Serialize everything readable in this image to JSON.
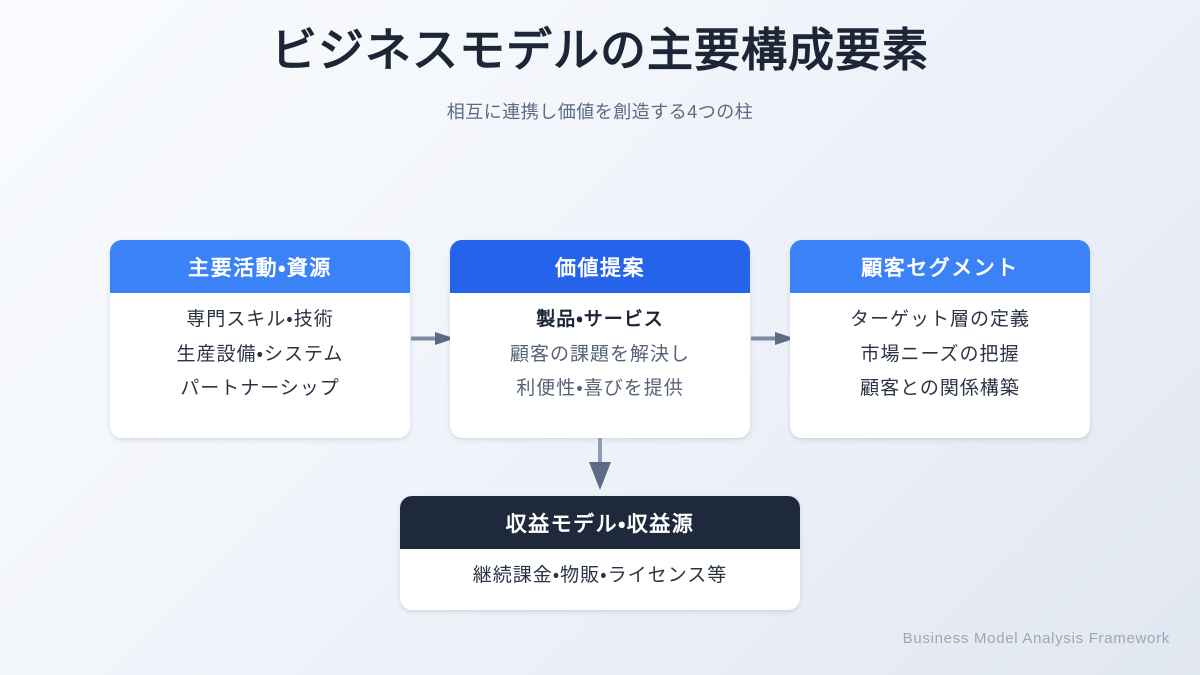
{
  "header": {
    "title": "ビジネスモデルの主要構成要素",
    "subtitle": "相互に連携し価値を創造する4つの柱"
  },
  "colors": {
    "header_blue_light": "#3b82f6",
    "header_blue_dark": "#2563eb",
    "header_navy": "#1e293b",
    "card_bg": "#ffffff",
    "text_dark": "#1c2637",
    "text_muted": "#566377",
    "connector": "#64748b",
    "footer_text": "#9aa7bb",
    "bg_from": "#f9fbfe",
    "bg_to": "#e1e7f0"
  },
  "cards": [
    {
      "id": "activities",
      "title": "主要活動・資源",
      "header_color": "#3b82f6",
      "lines": [
        {
          "text": "専門スキル・技術",
          "style": "normal"
        },
        {
          "text": "生産設備・システム",
          "style": "normal"
        },
        {
          "text": "パートナーシップ",
          "style": "normal"
        }
      ]
    },
    {
      "id": "value",
      "title": "価値提案",
      "header_color": "#2563eb",
      "lines": [
        {
          "text": "製品・サービス",
          "style": "strong"
        },
        {
          "text": "顧客の課題を解決し",
          "style": "muted"
        },
        {
          "text": "利便性・喜びを提供",
          "style": "muted"
        }
      ]
    },
    {
      "id": "customer",
      "title": "顧客セグメント",
      "header_color": "#3b82f6",
      "lines": [
        {
          "text": "ターゲット層の定義",
          "style": "normal"
        },
        {
          "text": "市場ニーズの把握",
          "style": "normal"
        },
        {
          "text": "顧客との関係構築",
          "style": "normal"
        }
      ]
    },
    {
      "id": "revenue",
      "title": "収益モデル・収益源",
      "header_color": "#1e293b",
      "lines": [
        {
          "text": "継続課金・物販・ライセンス等",
          "style": "normal"
        }
      ]
    }
  ],
  "connectors": [
    {
      "id": "activities-to-value",
      "direction": "right"
    },
    {
      "id": "value-to-customer",
      "direction": "right"
    },
    {
      "id": "value-to-revenue",
      "direction": "down"
    }
  ],
  "footer": {
    "caption": "Business Model Analysis Framework"
  }
}
